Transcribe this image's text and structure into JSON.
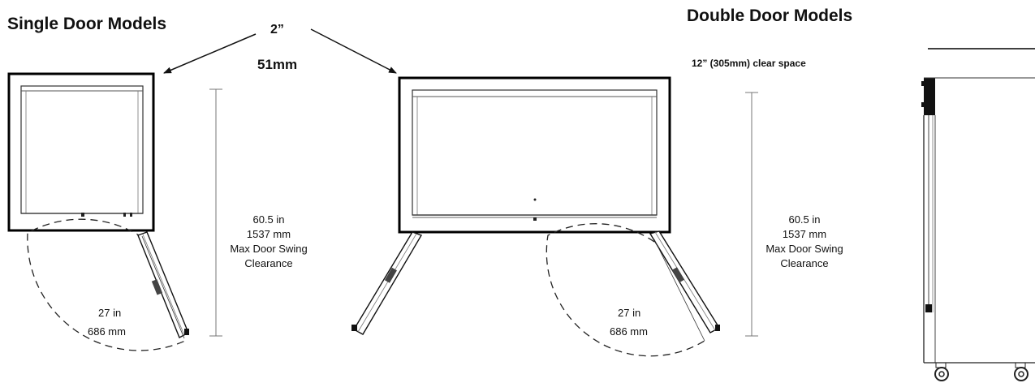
{
  "titles": {
    "single": "Single Door Models",
    "double": "Double Door Models"
  },
  "gap": {
    "inches": "2”",
    "mm": "51mm"
  },
  "clear_space": "12” (305mm) clear space",
  "single_swing": {
    "in": "60.5 in",
    "mm": "1537 mm",
    "line1": "Max Door Swing",
    "line2": "Clearance"
  },
  "double_swing": {
    "in": "60.5 in",
    "mm": "1537 mm",
    "line1": "Max Door Swing",
    "line2": "Clearance"
  },
  "single_door_width": {
    "in": "27 in",
    "mm": "686 mm"
  },
  "double_door_width": {
    "in": "27 in",
    "mm": "686 mm"
  }
}
